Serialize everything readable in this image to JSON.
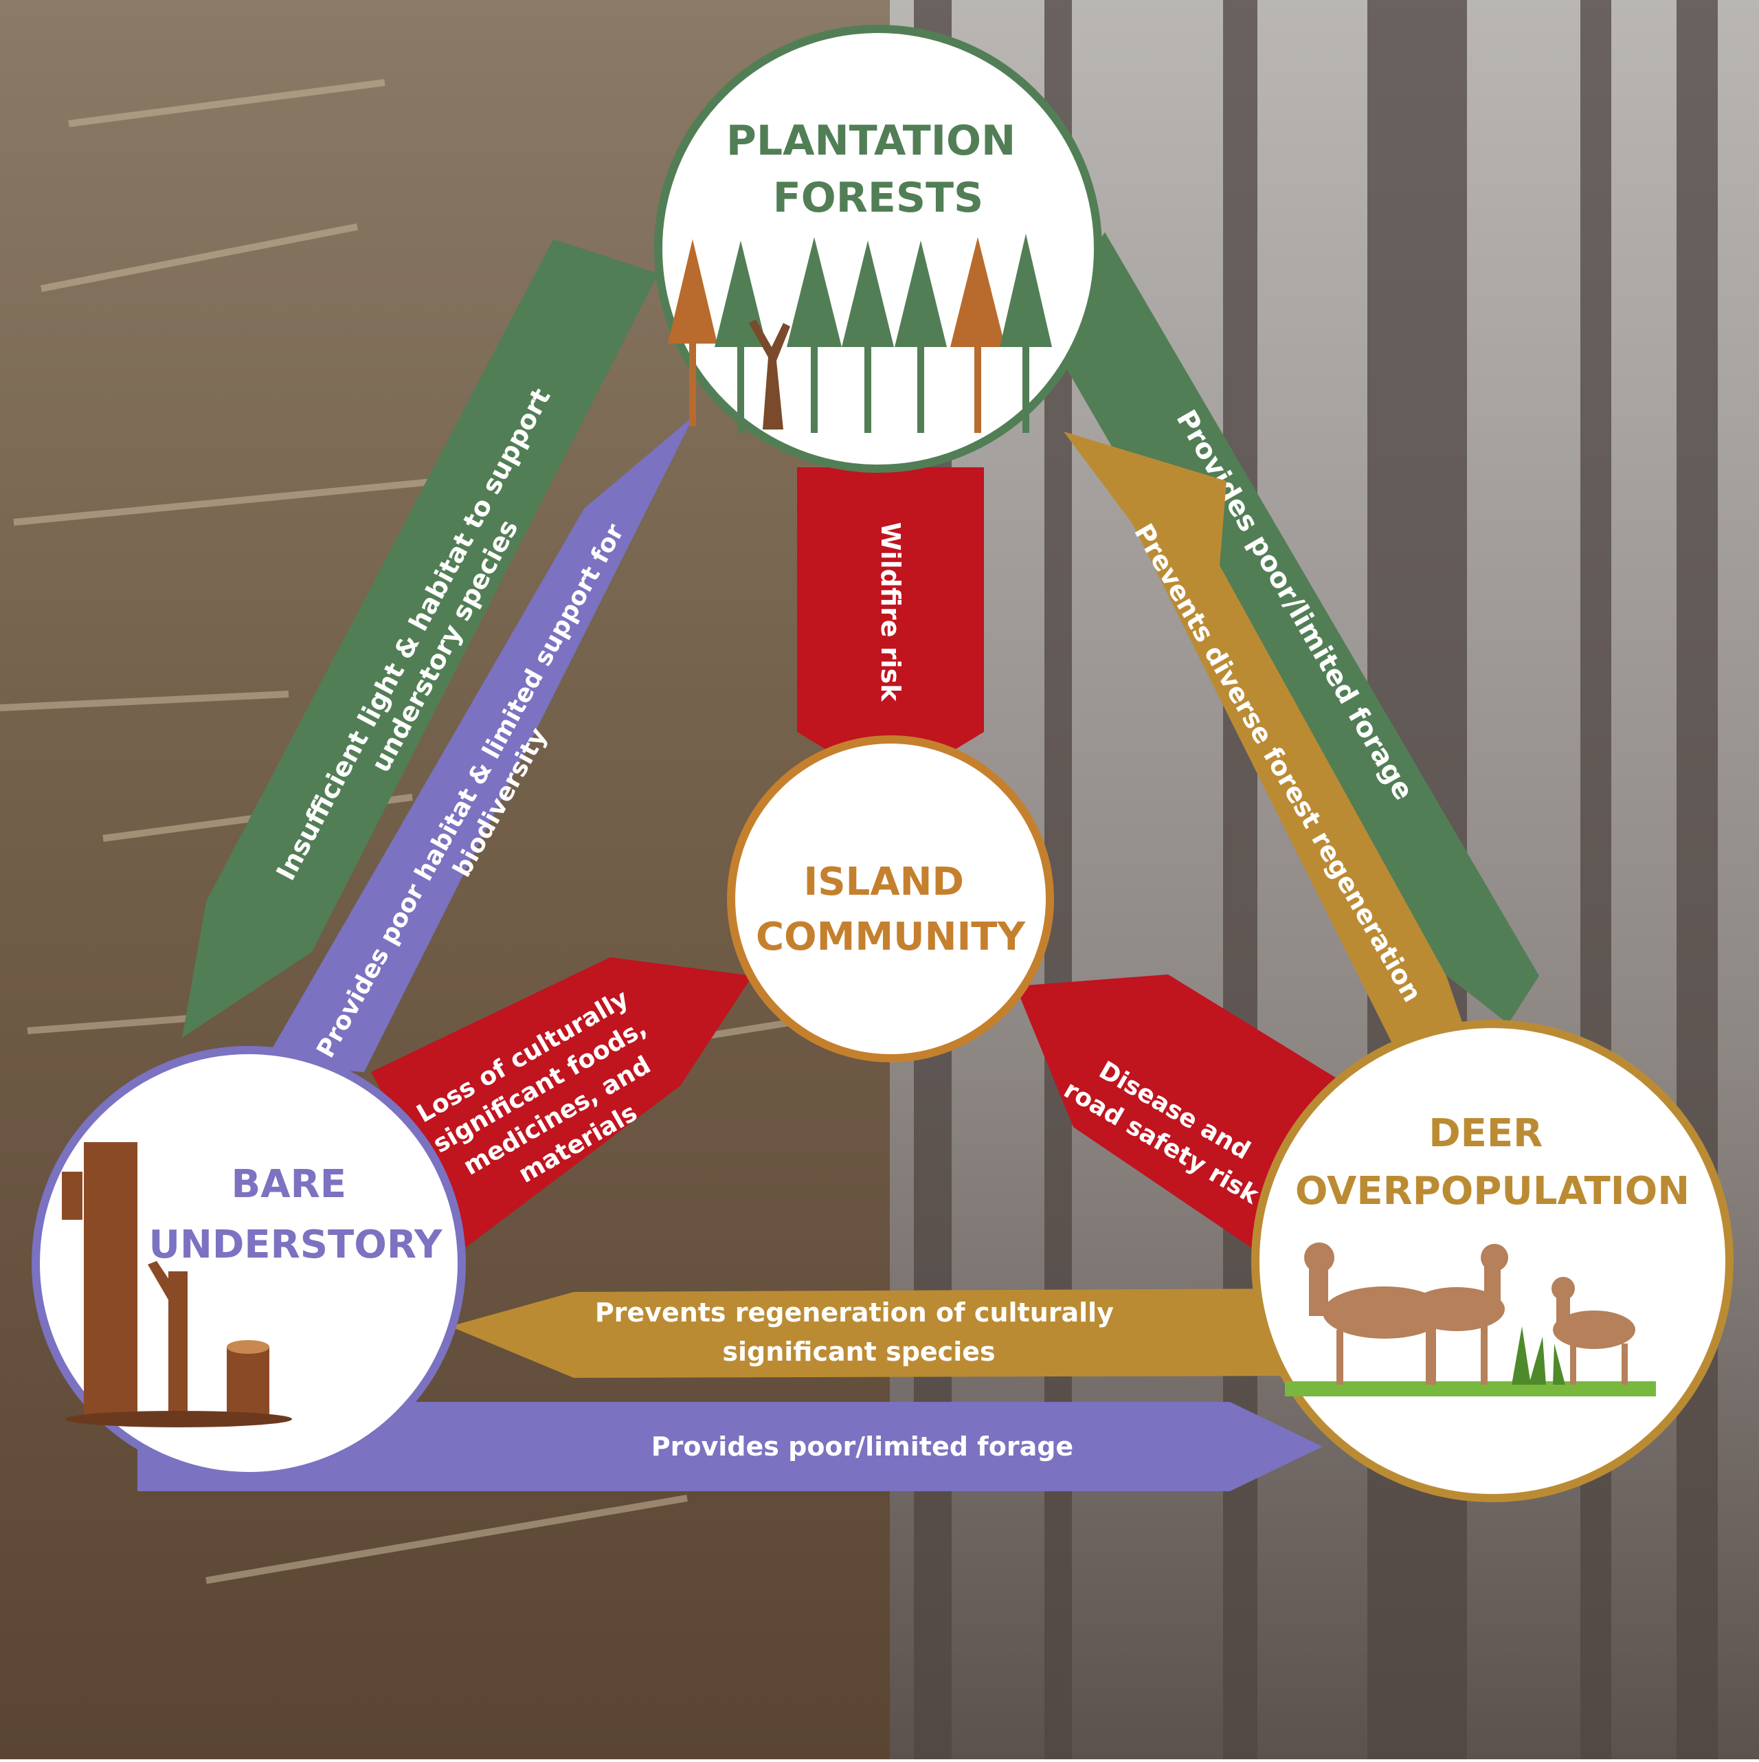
{
  "colors": {
    "green": "#527e55",
    "purple": "#7b72c1",
    "red": "#c0141f",
    "gold": "#bb8b34",
    "orange": "#c5802e",
    "left_photo": "#6e5a43",
    "right_photo": "#8f8a86"
  },
  "nodes": {
    "plantation": {
      "line1": "PLANTATION",
      "line2": "FORESTS",
      "icon": "conifer-trees-icon"
    },
    "community": {
      "line1": "ISLAND",
      "line2": "COMMUNITY"
    },
    "understory": {
      "line1": "BARE",
      "line2": "UNDERSTORY",
      "icon": "tree-stumps-icon"
    },
    "deer": {
      "line1": "DEER",
      "line2": "OVERPOPULATION",
      "icon": "deer-herd-icon"
    }
  },
  "arrows": {
    "insufficient_light": {
      "line1": "Insufficient light & habitat to support",
      "line2": "understory species"
    },
    "poor_habitat": {
      "line1": "Provides poor habitat & limited support for",
      "line2": "biodiversity"
    },
    "wildfire": {
      "line1": "Wildfire risk"
    },
    "forage_green": {
      "line1": "Provides poor/limited forage"
    },
    "diverse_regen": {
      "line1": "Prevents diverse forest regeneration"
    },
    "cultural_loss": {
      "line1": "Loss of culturally",
      "line2": "significant foods,",
      "line3": "medicines, and",
      "line4": "materials"
    },
    "disease": {
      "line1": "Disease and",
      "line2": "road safety risk"
    },
    "regen_cultural": {
      "line1": "Prevents regeneration of culturally",
      "line2": "significant species"
    },
    "forage_purple": {
      "line1": "Provides poor/limited forage"
    }
  }
}
